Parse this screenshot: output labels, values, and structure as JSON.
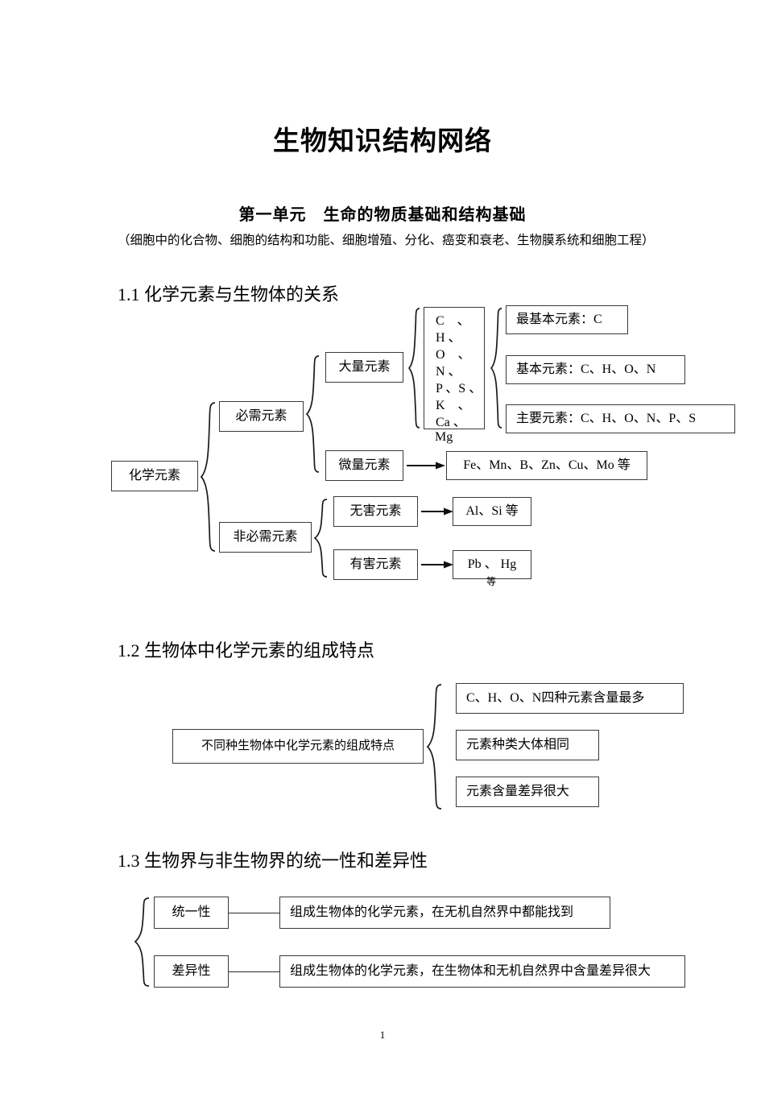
{
  "document": {
    "title": "生物知识结构网络",
    "unit_title": "第一单元　生命的物质基础和结构基础",
    "unit_subtitle": "（细胞中的化合物、细胞的结构和功能、细胞增殖、分化、癌变和衰老、生物膜系统和细胞工程）",
    "page_number": "1"
  },
  "sections": [
    {
      "heading": "1.1 化学元素与生物体的关系",
      "diagram": {
        "root": "化学元素",
        "level2": [
          "必需元素",
          "非必需元素"
        ],
        "essential_children": [
          "大量元素",
          "微量元素"
        ],
        "macro_elements_lines": [
          "C    、",
          "H 、",
          "O    、",
          "N 、",
          "P 、S 、",
          "K    、",
          "Ca 、"
        ],
        "macro_elements_overflow": "Mg",
        "macro_categories": [
          "最基本元素：C",
          "基本元素：C、H、O、N",
          "主要元素：C、H、O、N、P、S"
        ],
        "trace_elements": "Fe、Mn、B、Zn、Cu、Mo 等",
        "nonessential_children": [
          "无害元素",
          "有害元素"
        ],
        "harmless_elements": "Al、Si 等",
        "harmful_elements": "Pb 、 Hg",
        "harmful_elements_tail": "等"
      }
    },
    {
      "heading": "1.2 生物体中化学元素的组成特点",
      "diagram": {
        "root": "不同种生物体中化学元素的组成特点",
        "children": [
          "C、H、O、N四种元素含量最多",
          "元素种类大体相同",
          "元素含量差异很大"
        ]
      }
    },
    {
      "heading": "1.3 生物界与非生物界的统一性和差异性",
      "diagram": {
        "rows": [
          {
            "label": "统一性",
            "text": "组成生物体的化学元素，在无机自然界中都能找到"
          },
          {
            "label": "差异性",
            "text": "组成生物体的化学元素，在生物体和无机自然界中含量差异很大"
          }
        ]
      }
    }
  ]
}
